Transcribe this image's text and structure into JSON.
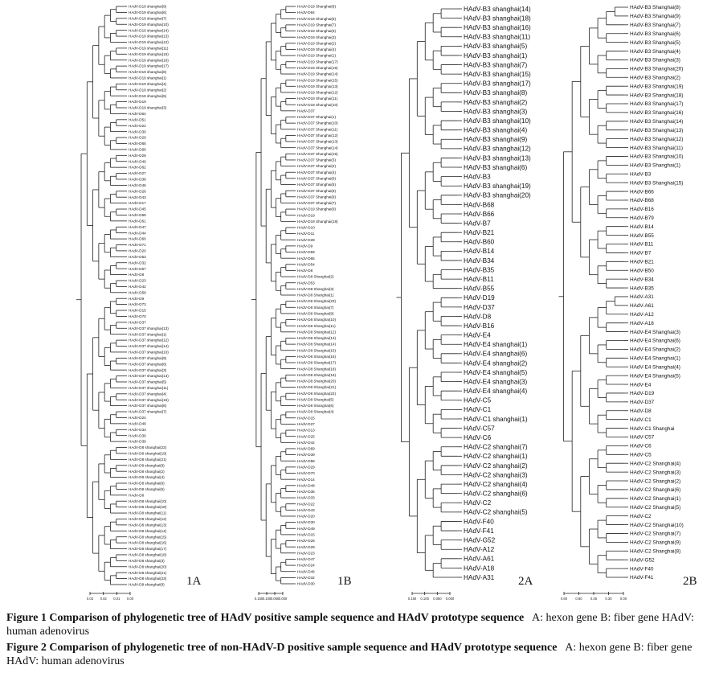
{
  "panels": {
    "p1A": {
      "label": "1A",
      "leaves": [
        "HAdV-D19 shanghai(9)",
        "HAdV-D19 shanghai(6)",
        "HAdV-D19 shanghai(7)",
        "HAdV-D19 shanghai(10)",
        "HAdV-D19 shanghai(14)",
        "HAdV-D19 shanghai(13)",
        "HAdV-D19 shanghai(12)",
        "HAdV-D19 shanghai(11)",
        "HAdV-D19 shanghai(15)",
        "HAdV-D19 shanghai(16)",
        "HAdV-D19 shanghai(17)",
        "HAdV-D19 shanghai(8)",
        "HAdV-D19 shanghai(1)",
        "HAdV-D19 shanghai(4)",
        "HAdV-D19 shanghai(2)",
        "HAdV-D19 shanghai(5)",
        "HAdV-D19",
        "HAdV-D19 shanghai(3)",
        "HAdV-D64",
        "HAdV-D51",
        "HAdV-D22",
        "HAdV-D30",
        "HAdV-D29",
        "HAdV-D65",
        "HAdV-D66",
        "HAdV-D28",
        "HAdV-D49",
        "HAdV-D62",
        "HAdV-D27",
        "HAdV-D38",
        "HAdV-D46",
        "HAdV-D26",
        "HAdV-D43",
        "HAdV-D17",
        "HAdV-D45",
        "HAdV-D68",
        "HAdV-D61",
        "HAdV-D47",
        "HAdV-D44",
        "HAdV-D60",
        "HAdV-D71",
        "HAdV-D20",
        "HAdV-D53",
        "HAdV-D32",
        "HAdV-D67",
        "HAdV-D8",
        "HAdV-D23",
        "HAdV-D42",
        "HAdV-D58",
        "HAdV-D9",
        "HAdV-D73",
        "HAdV-D15",
        "HAdV-D70",
        "HAdV-D37",
        "HAdV-D37 shanghai(13)",
        "HAdV-D37 shanghai(1)",
        "HAdV-D37 shanghai(12)",
        "HAdV-D37 shanghai(14)",
        "HAdV-D37 shanghai(10)",
        "HAdV-D37 shanghai(9)",
        "HAdV-D37 shanghai(6)",
        "HAdV-D37 shanghai(3)",
        "HAdV-D37 shanghai(13)",
        "HAdV-D37 shanghai(5)",
        "HAdV-D37 shanghai(11)",
        "HAdV-D37 shanghai(4)",
        "HAdV-D37 shanghai(15)",
        "HAdV-D37 shanghai(8)",
        "HAdV-D37 shanghai(7)",
        "HAdV-D24",
        "HAdV-D48",
        "HAdV-D33",
        "HAdV-D36",
        "HAdV-D39",
        "HAdV-D8 shanghai(22)",
        "HAdV-D8 shanghai(19)",
        "HAdV-D8 shanghai(21)",
        "HAdV-D8 shanghai(9)",
        "HAdV-D8 shanghai(2)",
        "HAdV-D8 shanghai(4)",
        "HAdV-D8 shanghai(6)",
        "HAdV-D8 shanghai(5)",
        "HAdV-D8",
        "HAdV-D8 shanghai(10)",
        "HAdV-D8 shanghai(18)",
        "HAdV-D8 shanghai(11)",
        "HAdV-D8 shanghai(12)",
        "HAdV-D8 shanghai(13)",
        "HAdV-D8 shanghai(14)",
        "HAdV-D8 shanghai(15)",
        "HAdV-D8 shanghai(16)",
        "HAdV-D8 shanghai(17)",
        "HAdV-D8 shanghai(18)",
        "HAdV-D8 shanghai(3)",
        "HAdV-D8 shanghai(20)",
        "HAdV-D8 shanghai(21)",
        "HAdV-D8 shanghai(23)",
        "HAdV-D8 shanghai(8)"
      ],
      "scale_ticks": [
        "0.03",
        "0.02",
        "0.01",
        "0.00"
      ]
    },
    "p1B": {
      "label": "1B",
      "leaves": [
        "HAdV-D19 Shanghai(8)",
        "HAdV-D64",
        "HAdV-D19 Shanghai(6)",
        "HAdV-D19 Shanghai(7)",
        "HAdV-D19 Shanghai(5)",
        "HAdV-D19 Shanghai(3)",
        "HAdV-D19 Shanghai(2)",
        "HAdV-D19 Shanghai(4)",
        "HAdV-D19 Shanghai(1)",
        "HAdV-D19 Shanghai(17)",
        "HAdV-D19 Shanghai(16)",
        "HAdV-D19 Shanghai(14)",
        "HAdV-D19 Shanghai(15)",
        "HAdV-D19 Shanghai(13)",
        "HAdV-D19 Shanghai(12)",
        "HAdV-D19 Shanghai(11)",
        "HAdV-D19 Shanghai(10)",
        "HAdV-D37",
        "HAdV-D37 Shanghai(1)",
        "HAdV-D37 Shanghai(10)",
        "HAdV-D37 Shanghai(11)",
        "HAdV-D37 Shanghai(12)",
        "HAdV-D37 Shanghai(13)",
        "HAdV-D37 Shanghai(14)",
        "HAdV-D37 Shanghai(15)",
        "HAdV-D37 Shanghai(3)",
        "HAdV-D37 Shanghai(2)",
        "HAdV-D37 Shanghai(4)",
        "HAdV-D37 Shanghai(6)",
        "HAdV-D37 Shanghai(5)",
        "HAdV-D37 Shanghai(8)",
        "HAdV-D37 Shanghai(9)",
        "HAdV-D37 Shanghai(7)",
        "HAdV-D19 Shanghai(9)",
        "HAdV-D19",
        "HAdV-D19 Shanghai(18)",
        "HAdV-D10",
        "HAdV-D11",
        "HAdV-D28",
        "HAdV-D9",
        "HAdV-D59",
        "HAdV-D65",
        "HAdV-D54",
        "HAdV-D8",
        "HAdV-D8 Shanghai(2)",
        "HAdV-D53",
        "HAdV-D8 Shanghai(3)",
        "HAdV-D8 Shanghai(1)",
        "HAdV-D8 Shanghai(23)",
        "HAdV-D8 Shanghai(7)",
        "HAdV-D8 Shanghai(9)",
        "HAdV-D8 Shanghai(10)",
        "HAdV-D8 Shanghai(11)",
        "HAdV-D8 Shanghai(12)",
        "HAdV-D8 Shanghai(13)",
        "HAdV-D8 Shanghai(14)",
        "HAdV-D8 Shanghai(15)",
        "HAdV-D8 Shanghai(16)",
        "HAdV-D8 Shanghai(17)",
        "HAdV-D8 Shanghai(18)",
        "HAdV-D8 Shanghai(19)",
        "HAdV-D8 Shanghai(20)",
        "HAdV-D8 Shanghai(21)",
        "HAdV-D8 Shanghai(22)",
        "HAdV-D8 Shanghai(5)",
        "HAdV-D8 Shanghai(6)",
        "HAdV-D8 Shanghai(4)",
        "HAdV-D15",
        "HAdV-D27",
        "HAdV-D13",
        "HAdV-D25",
        "HAdV-D42",
        "HAdV-D69",
        "HAdV-D39",
        "HAdV-D58",
        "HAdV-D29",
        "HAdV-D70",
        "HAdV-D14",
        "HAdV-D48",
        "HAdV-D36",
        "HAdV-D33",
        "HAdV-D22",
        "HAdV-D43",
        "HAdV-D20",
        "HAdV-D30",
        "HAdV-D49",
        "HAdV-D15",
        "HAdV-D26",
        "HAdV-D29",
        "HAdV-D23",
        "HAdV-D47",
        "HAdV-D24",
        "HAdV-D46",
        "HAdV-D32",
        "HAdV-D30"
      ],
      "scale_ticks": [
        "0.150",
        "0.100",
        "0.050",
        "0.000"
      ]
    },
    "p2A": {
      "label": "2A",
      "leaves": [
        "HAdV-B3 shanghai(14)",
        "HAdV-B3 shanghai(18)",
        "HAdV-B3 shanghai(16)",
        "HAdV-B3 shanghai(11)",
        "HAdV-B3 shanghai(5)",
        "HAdV-B3 shanghai(1)",
        "HAdV-B3 shanghai(7)",
        "HAdV-B3 shanghai(15)",
        "HAdV-B3 shanghai(17)",
        "HAdV-B3 shanghai(8)",
        "HAdV-B3 shanghai(2)",
        "HAdV-B3 shanghai(3)",
        "HAdV-B3 shanghai(10)",
        "HAdV-B3 shanghai(4)",
        "HAdV-B3 shanghai(9)",
        "HAdV-B3 shanghai(12)",
        "HAdV-B3 shanghai(13)",
        "HAdV-B3 shanghai(6)",
        "HAdV-B3",
        "HAdV-B3 shanghai(19)",
        "HAdV-B3 shanghai(20)",
        "HAdV-B68",
        "HAdV-B66",
        "HAdV-B7",
        "HAdV-B21",
        "HAdV-B60",
        "HAdV-B14",
        "HAdV-B34",
        "HAdV-B35",
        "HAdV-B11",
        "HAdV-B55",
        "HAdV-D19",
        "HAdV-D37",
        "HAdV-D8",
        "HAdV-B16",
        "HAdV-E4",
        "HAdV-E4 shanghai(1)",
        "HAdV-E4 shanghai(6)",
        "HAdV-E4 shanghai(2)",
        "HAdV-E4 shanghai(5)",
        "HAdV-E4 shanghai(3)",
        "HAdV-E4 shanghai(4)",
        "HAdV-C5",
        "HAdV-C1",
        "HAdV-C1 shanghai(1)",
        "HAdV-C57",
        "HAdV-C6",
        "HAdV-C2 shanghai(7)",
        "HAdV-C2 shanghai(1)",
        "HAdV-C2 shanghai(2)",
        "HAdV-C2 shanghai(3)",
        "HAdV-C2 shanghai(4)",
        "HAdV-C2 shanghai(6)",
        "HAdV-C2",
        "HAdV-C2 shanghai(5)",
        "HAdV-F40",
        "HAdV-F41",
        "HAdV-G52",
        "HAdV-A12",
        "HAdV-A61",
        "HAdV-A18",
        "HAdV-A31"
      ],
      "scale_ticks": [
        "0.150",
        "0.100",
        "0.050",
        "0.000"
      ]
    },
    "p2B": {
      "label": "2B",
      "leaves": [
        "HAdV-B3 Shanghai(8)",
        "HAdV-B3 Shanghai(9)",
        "HAdV-B3 Shanghai(7)",
        "HAdV-B3 Shanghai(6)",
        "HAdV-B3 Shanghai(5)",
        "HAdV-B3 Shanghai(4)",
        "HAdV-B3 Shanghai(3)",
        "HAdV-B3 Shanghai(20)",
        "HAdV-B3 Shanghai(2)",
        "HAdV-B3 Shanghai(19)",
        "HAdV-B3 Shanghai(18)",
        "HAdV-B3 Shanghai(17)",
        "HAdV-B3 Shanghai(16)",
        "HAdV-B3 Shanghai(14)",
        "HAdV-B3 Shanghai(13)",
        "HAdV-B3 Shanghai(12)",
        "HAdV-B3 Shanghai(11)",
        "HAdV-B3 Shanghai(10)",
        "HAdV-B3 Shanghai(1)",
        "HAdV-B3",
        "HAdV-B3 Shanghai(15)",
        "HAdV-B66",
        "HAdV-B68",
        "HAdV-B16",
        "HAdV-B79",
        "HAdV-B14",
        "HAdV-B55",
        "HAdV-B11",
        "HAdV-B7",
        "HAdV-B21",
        "HAdV-B50",
        "HAdV-B34",
        "HAdV-B35",
        "HAdV-A31",
        "HAdV-A61",
        "HAdV-A12",
        "HAdV-A18",
        "HAdV-E4 Shanghai(3)",
        "HAdV-E4 Shanghai(6)",
        "HAdV-E4 Shanghai(2)",
        "HAdV-E4 Shanghai(1)",
        "HAdV-E4 Shanghai(4)",
        "HAdV-E4 Shanghai(5)",
        "HAdV-E4",
        "HAdV-D19",
        "HAdV-D37",
        "HAdV-D8",
        "HAdV-C1",
        "HAdV-C1 Shanghai",
        "HAdV-C57",
        "HAdV-C6",
        "HAdV-C5",
        "HAdV-C2 Shanghai(4)",
        "HAdV-C2 Shanghai(3)",
        "HAdV-C2 Shanghai(2)",
        "HAdV-C2 Shanghai(6)",
        "HAdV-C2 Shanghai(1)",
        "HAdV-C2 Shanghai(5)",
        "HAdV-C2",
        "HAdV-C2 Shanghai(10)",
        "HAdV-C2 Shanghai(7)",
        "HAdV-C2 Shanghai(9)",
        "HAdV-C2 Shanghai(8)",
        "HAdV-G52",
        "HAdV-F40",
        "HAdV-F41"
      ],
      "scale_ticks": [
        "0.60",
        "0.60",
        "0.45",
        "0.30",
        "0.00"
      ]
    }
  },
  "captions": {
    "fig1_title": "Figure 1 Comparison of phylogenetic tree of HAdV positive sample sequence and HAdV prototype sequence",
    "fig1_body": "A: hexon gene   B: fiber gene   HAdV: human adenovirus",
    "fig2_title": "Figure 2   Comparison of phylogenetic tree of non-HAdV-D positive sample sequence and HAdV prototype sequence",
    "fig2_body": "A: hexon gene   B: fiber gene   HAdV: human adenovirus"
  }
}
